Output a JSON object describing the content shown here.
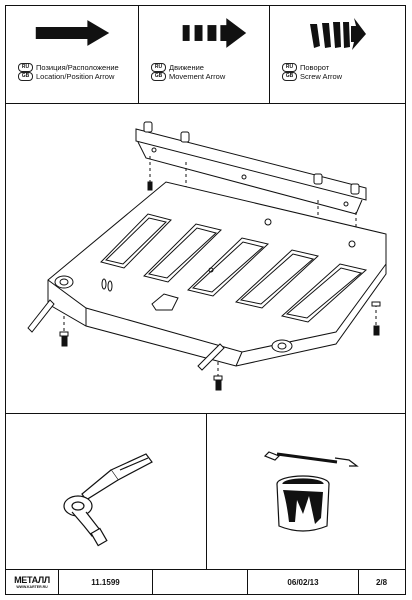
{
  "legend": [
    {
      "ru": "Позиция/Расположение",
      "en": "Location/Position Arrow",
      "icon": "solid-arrow-icon"
    },
    {
      "ru": "Движение",
      "en": "Movement Arrow",
      "icon": "dashed-arrow-icon"
    },
    {
      "ru": "Поворот",
      "en": "Screw Arrow",
      "icon": "curved-arrow-icon"
    }
  ],
  "lang_badges": {
    "ru": "RU",
    "gb": "GB"
  },
  "footer": {
    "logo": "МЕТАЛЛ",
    "logo_site": "WWW.KARTER.RU",
    "code": "11.1599",
    "blank": "",
    "date": "06/02/13",
    "page": "2/8"
  },
  "colors": {
    "ink": "#111111",
    "paper": "#ffffff"
  }
}
